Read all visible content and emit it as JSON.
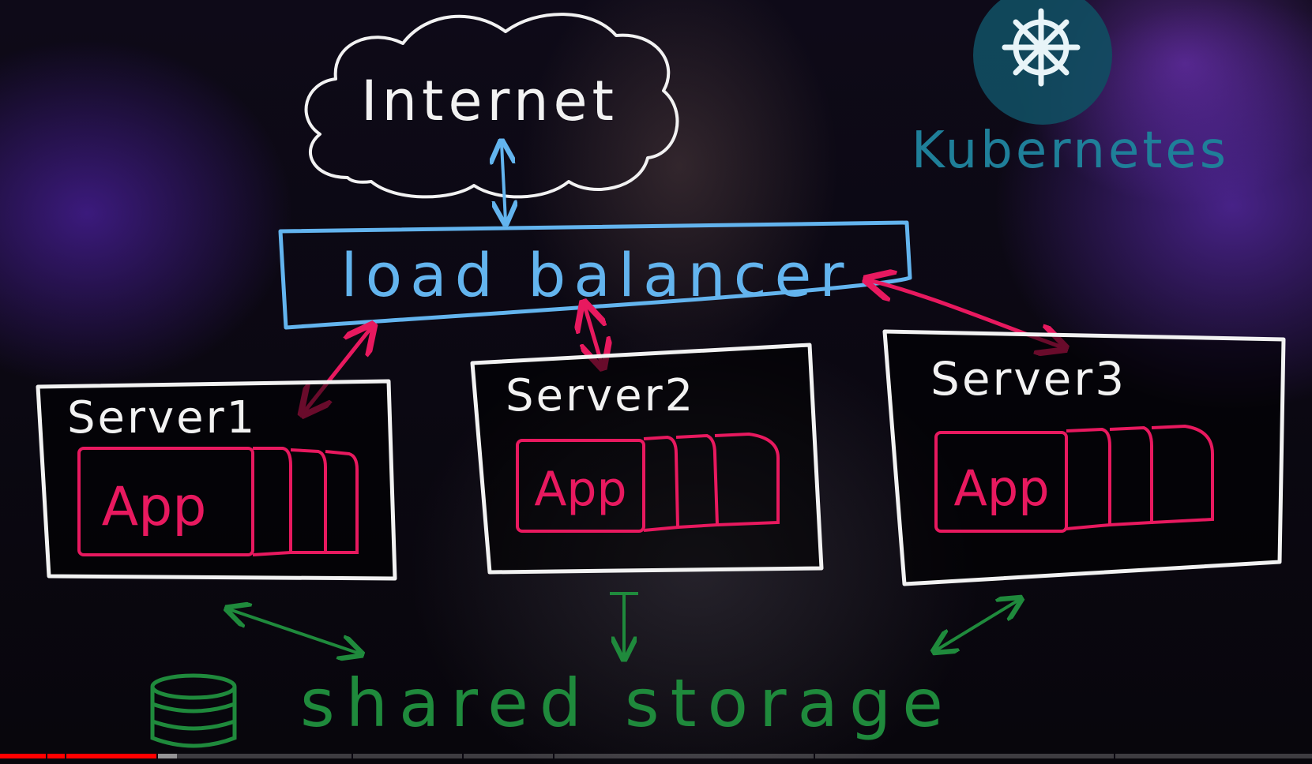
{
  "diagram": {
    "internet_label": "Internet",
    "load_balancer_label": "load balancer",
    "kubernetes_label": "Kubernetes",
    "kubernetes_icon": "kubernetes-helm-icon",
    "servers": [
      {
        "name": "Server1",
        "app_label": "App"
      },
      {
        "name": "Server2",
        "app_label": "App"
      },
      {
        "name": "Server3",
        "app_label": "App"
      }
    ],
    "storage_label": "shared storage",
    "storage_icon": "database-icon",
    "colors": {
      "chalk_white": "#f2f2f2",
      "load_balancer_blue": "#63b4ee",
      "app_pink": "#e8195f",
      "storage_green": "#1f8a3c",
      "kubernetes_teal": "#1f7f99"
    }
  },
  "video_player": {
    "progress_played_fraction": 0.119,
    "progress_buffered_fraction": 0.135,
    "progress_color": "#ff0000"
  }
}
